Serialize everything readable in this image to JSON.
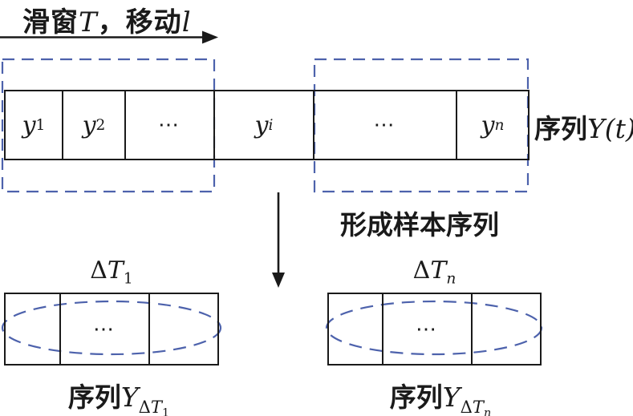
{
  "colors": {
    "dash_blue": "#4d62ac",
    "ink": "#1a1a1a",
    "background": "#ffffff"
  },
  "header": {
    "cn1": "滑窗",
    "var1": "T",
    "cn2": "，移动",
    "var2": "l"
  },
  "sequence": {
    "cells": [
      {
        "base": "y",
        "sub": "1"
      },
      {
        "base": "y",
        "sub": "2"
      },
      {
        "base": "⋯",
        "sub": ""
      },
      {
        "base": "y",
        "sub": "i"
      },
      {
        "base": "⋯",
        "sub": ""
      },
      {
        "base": "y",
        "sub": "n"
      }
    ],
    "label": {
      "cn": "序列",
      "var": "Y(t)"
    }
  },
  "transform": {
    "annotation": "形成样本序列"
  },
  "samples": [
    {
      "window": {
        "delta": "Δ",
        "var": "T",
        "sub": "1"
      },
      "dots": "⋯",
      "label": {
        "cn": "序列",
        "var": "Y",
        "sub_delta": "Δ",
        "sub_var": "T",
        "sub_index": "1"
      }
    },
    {
      "window": {
        "delta": "Δ",
        "var": "T",
        "sub": "n"
      },
      "dots": "⋯",
      "label": {
        "cn": "序列",
        "var": "Y",
        "sub_delta": "Δ",
        "sub_var": "T",
        "sub_index": "n"
      }
    }
  ]
}
